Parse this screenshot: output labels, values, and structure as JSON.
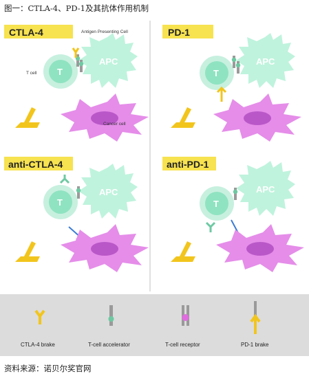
{
  "caption": "图一：CTLA-4、PD-1及其抗体作用机制",
  "source": "资料来源：诺贝尔奖官网",
  "panels": {
    "ctla4": {
      "title": "CTLA-4"
    },
    "pd1": {
      "title": "PD-1"
    },
    "anti_ctla4": {
      "title": "anti-CTLA-4"
    },
    "anti_pd1": {
      "title": "anti-PD-1"
    }
  },
  "cells": {
    "t": "T",
    "apc": "APC",
    "t_cell": "T cell",
    "antigen_presenting_cell": "Antigen Presenting Cell",
    "cancer_cell": "Cancer cell"
  },
  "legend": {
    "ctla4_brake": "CTLA-4 brake",
    "tcell_accelerator": "T-cell accelerator",
    "tcell_receptor": "T-cell receptor",
    "pd1_brake": "PD-1 brake"
  },
  "colors": {
    "header_yellow": "#f7e24f",
    "apc": "#bff3dd",
    "tcell": "#c7f0df",
    "cancer": "#e58de9",
    "brake": "#f2c51d",
    "legend_bg": "#dcdcdc",
    "arrow": "#3a7bd5"
  }
}
